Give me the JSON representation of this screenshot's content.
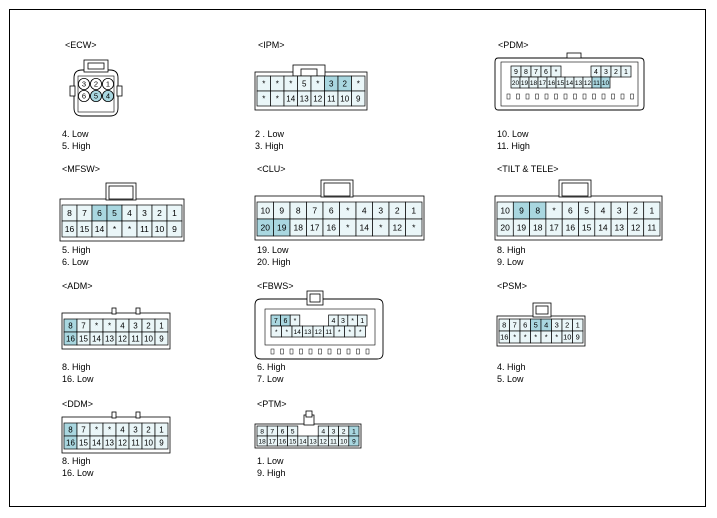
{
  "connectors": [
    {
      "id": "ecw",
      "title": "<ECW>",
      "type": "round",
      "rows": [
        [
          "3",
          "2",
          "1"
        ],
        [
          "6",
          "5",
          "4"
        ]
      ],
      "highlight": [
        "4",
        "5"
      ],
      "notes": [
        "4. Low",
        "5. High"
      ]
    },
    {
      "id": "ipm",
      "title": "<IPM>",
      "type": "grid",
      "rows": [
        [
          "*",
          "*",
          "*",
          "5",
          "*",
          "3",
          "2",
          "*"
        ],
        [
          "*",
          "*",
          "14",
          "13",
          "12",
          "11",
          "10",
          "9"
        ]
      ],
      "highlight": [
        "2",
        "3"
      ],
      "notes": [
        "2 . Low",
        "3. High"
      ]
    },
    {
      "id": "pdm",
      "title": "<PDM>",
      "type": "pdm",
      "rows": [
        [
          "9",
          "8",
          "7",
          "6",
          "*",
          "",
          "",
          "",
          "4",
          "3",
          "2",
          "1"
        ],
        [
          "20",
          "19",
          "18",
          "17",
          "16",
          "15",
          "14",
          "13",
          "12",
          "11",
          "10"
        ]
      ],
      "highlight": [
        "10",
        "11"
      ],
      "notes": [
        "10. Low",
        "11. High"
      ]
    },
    {
      "id": "mfsw",
      "title": "<MFSW>",
      "type": "grid",
      "rows": [
        [
          "8",
          "7",
          "6",
          "5",
          "4",
          "3",
          "2",
          "1"
        ],
        [
          "16",
          "15",
          "14",
          "*",
          "*",
          "11",
          "10",
          "9"
        ]
      ],
      "highlight": [
        "5",
        "6"
      ],
      "notes": [
        "5. High",
        "6. Low"
      ]
    },
    {
      "id": "clu",
      "title": "<CLU>",
      "type": "grid",
      "rows": [
        [
          "10",
          "9",
          "8",
          "7",
          "6",
          "*",
          "4",
          "3",
          "2",
          "1"
        ],
        [
          "20",
          "19",
          "18",
          "17",
          "16",
          "*",
          "14",
          "*",
          "12",
          "*"
        ]
      ],
      "highlight": [
        "19",
        "20"
      ],
      "notes": [
        "19. Low",
        "20. High"
      ]
    },
    {
      "id": "tilt",
      "title": "<TILT & TELE>",
      "type": "grid",
      "rows": [
        [
          "10",
          "9",
          "8",
          "*",
          "6",
          "5",
          "4",
          "3",
          "2",
          "1"
        ],
        [
          "20",
          "19",
          "18",
          "17",
          "16",
          "15",
          "14",
          "13",
          "12",
          "11"
        ]
      ],
      "highlight": [
        "8",
        "9"
      ],
      "notes": [
        "8. High",
        "9. Low"
      ]
    },
    {
      "id": "adm",
      "title": "<ADM>",
      "type": "grid",
      "rows": [
        [
          "8",
          "7",
          "*",
          "*",
          "4",
          "3",
          "2",
          "1"
        ],
        [
          "16",
          "15",
          "14",
          "13",
          "12",
          "11",
          "10",
          "9"
        ]
      ],
      "highlight": [
        "8",
        "16"
      ],
      "notes": [
        "8. High",
        "16. Low"
      ]
    },
    {
      "id": "fbws",
      "title": "<FBWS>",
      "type": "fbws",
      "rows": [
        [
          "7",
          "6",
          "*",
          "",
          "",
          "",
          "4",
          "3",
          "*",
          "1"
        ],
        [
          "*",
          "*",
          "14",
          "13",
          "12",
          "11",
          "*",
          "*",
          "*"
        ]
      ],
      "highlight": [
        "6",
        "7"
      ],
      "notes": [
        "6. High",
        "7. Low"
      ]
    },
    {
      "id": "psm",
      "title": "<PSM>",
      "type": "grid",
      "rows": [
        [
          "8",
          "7",
          "6",
          "5",
          "4",
          "3",
          "2",
          "1"
        ],
        [
          "16",
          "*",
          "*",
          "*",
          "*",
          "*",
          "10",
          "9"
        ]
      ],
      "highlight": [
        "4",
        "5"
      ],
      "notes": [
        "4. High",
        "5. Low"
      ]
    },
    {
      "id": "ddm",
      "title": "<DDM>",
      "type": "grid",
      "rows": [
        [
          "8",
          "7",
          "*",
          "*",
          "4",
          "3",
          "2",
          "1"
        ],
        [
          "16",
          "15",
          "14",
          "13",
          "12",
          "11",
          "10",
          "9"
        ]
      ],
      "highlight": [
        "8",
        "16"
      ],
      "notes": [
        "8. High",
        "16. Low"
      ]
    },
    {
      "id": "ptm",
      "title": "<PTM>",
      "type": "ptm",
      "rows": [
        [
          "8",
          "7",
          "6",
          "5",
          "",
          "",
          "4",
          "3",
          "2",
          "1"
        ],
        [
          "18",
          "17",
          "16",
          "15",
          "14",
          "13",
          "12",
          "11",
          "10",
          "9"
        ]
      ],
      "highlight": [
        "1",
        "9"
      ],
      "notes": [
        "1. Low",
        "9. High"
      ]
    }
  ],
  "colors": {
    "cell": "#eaf6f8",
    "highlight": "#a9d7e0",
    "stroke": "#000000"
  }
}
